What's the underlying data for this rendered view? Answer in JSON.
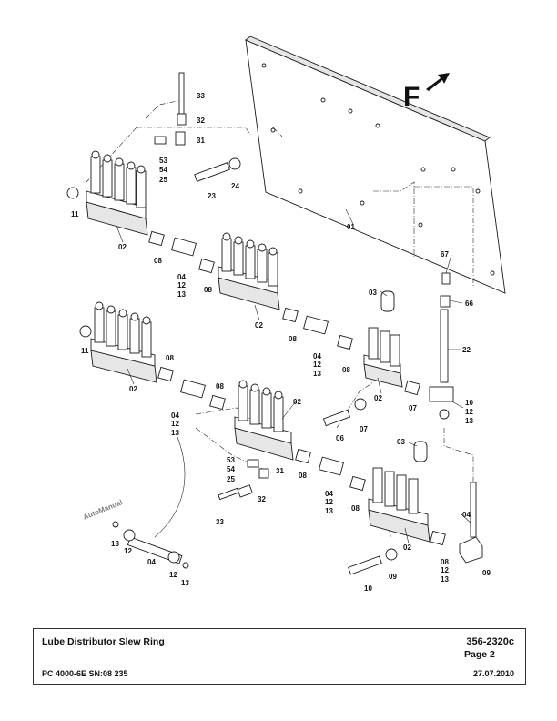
{
  "title_block": {
    "title": "Lube Distributor Slew Ring",
    "doc_number": "356-2320c",
    "page": "Page 2",
    "machine": "PC 4000-6E SN:08 235",
    "date": "27.07.2010"
  },
  "watermark": "AutoManual",
  "direction_marker": "F",
  "callouts": {
    "c01": "01",
    "c02a": "02",
    "c02b": "02",
    "c02c": "02",
    "c02d": "02",
    "c02e": "02",
    "c02f": "02",
    "c03a": "03",
    "c03b": "03",
    "c04a": "04",
    "c04b": "04",
    "c04c": "04",
    "c04d": "04",
    "c04e": "04",
    "c04f": "04",
    "c06": "06",
    "c07a": "07",
    "c07b": "07",
    "c08a": "08",
    "c08b": "08",
    "c08c": "08",
    "c08d": "08",
    "c08e": "08",
    "c08f": "08",
    "c08g": "08",
    "c08h": "08",
    "c08i": "08",
    "c09a": "09",
    "c09b": "09",
    "c10a": "10",
    "c10b": "10",
    "c11a": "11",
    "c11b": "11",
    "c12a": "12",
    "c12b": "12",
    "c12c": "12",
    "c12d": "12",
    "c12e": "12",
    "c12f": "12",
    "c12g": "12",
    "c12h": "12",
    "c13a": "13",
    "c13b": "13",
    "c13c": "13",
    "c13d": "13",
    "c13e": "13",
    "c13f": "13",
    "c13g": "13",
    "c13h": "13",
    "c22": "22",
    "c23": "23",
    "c24": "24",
    "c25a": "25",
    "c25b": "25",
    "c31a": "31",
    "c31b": "31",
    "c32a": "32",
    "c32b": "32",
    "c33a": "33",
    "c33b": "33",
    "c53a": "53",
    "c53b": "53",
    "c54a": "54",
    "c54b": "54",
    "c66": "66",
    "c67": "67"
  }
}
